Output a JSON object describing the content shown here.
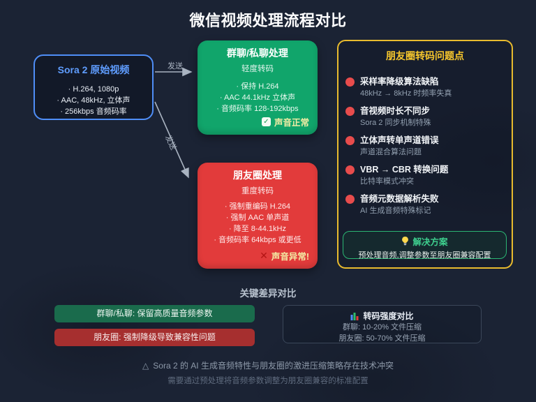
{
  "page": {
    "title": "微信视频处理流程对比",
    "footer_line1": "Sora 2 的 AI 生成音频特性与朋友圈的激进压缩策略存在技术冲突",
    "footer_line2": "需要通过预处理将音频参数调整为朋友圈兼容的标准配置"
  },
  "icons": {
    "warning": "△",
    "check": "✓",
    "cross": "✕"
  },
  "source_box": {
    "title": "Sora 2 原始视频",
    "lines": [
      "· H.264, 1080p",
      "· AAC, 48kHz, 立体声",
      "· 256kbps 音频码率"
    ]
  },
  "edges": {
    "to_group_label": "发送",
    "to_moments_label": "发送"
  },
  "group_chat_box": {
    "title": "群聊/私聊处理",
    "subtitle": "轻度转码",
    "lines": [
      "· 保持 H.264",
      "· AAC 44.1kHz 立体声",
      "· 音频码率 128-192kbps"
    ],
    "status": "声音正常"
  },
  "moments_box": {
    "title": "朋友圈处理",
    "subtitle": "重度转码",
    "lines": [
      "· 强制重编码 H.264",
      "· 强制 AAC 单声道",
      "· 降至 8-44.1kHz",
      "· 音频码率 64kbps 或更低"
    ],
    "status": "声音异常!"
  },
  "issues_panel": {
    "title": "朋友圈转码问题点",
    "items": [
      {
        "title": "采样率降级算法缺陷",
        "desc": "48kHz → 8kHz 时频率失真"
      },
      {
        "title": "音视频时长不同步",
        "desc": "Sora 2 同步机制特殊"
      },
      {
        "title": "立体声转单声道错误",
        "desc": "声道混合算法问题"
      },
      {
        "title": "VBR → CBR 转换问题",
        "desc": "比特率模式冲突"
      },
      {
        "title": "音频元数据解析失败",
        "desc": "AI 生成音频特殊标记"
      }
    ],
    "solution": {
      "title": "解决方案",
      "desc": "预处理音频,调整参数至朋友圈兼容配置"
    }
  },
  "comparison": {
    "heading": "关键差异对比",
    "group_pill": "群聊/私聊: 保留高质量音频参数",
    "moments_pill": "朋友圈: 强制降级导致兼容性问题",
    "intensity": {
      "title": "转码强度对比",
      "group_line": "群聊: 10-20% 文件压缩",
      "moments_line": "朋友圈: 50-70% 文件压缩"
    }
  },
  "colors": {
    "background": "#1b2334",
    "accent_blue": "#4f8ef7",
    "accent_green": "#11a56b",
    "accent_red": "#e23b3b",
    "accent_gold": "#e9bb2e",
    "solution_green": "#2bb673",
    "pill_green": "#1a6b4c",
    "pill_red": "#a62f2f",
    "status_text": "#f3eda5",
    "muted_text": "#92a0b0"
  }
}
